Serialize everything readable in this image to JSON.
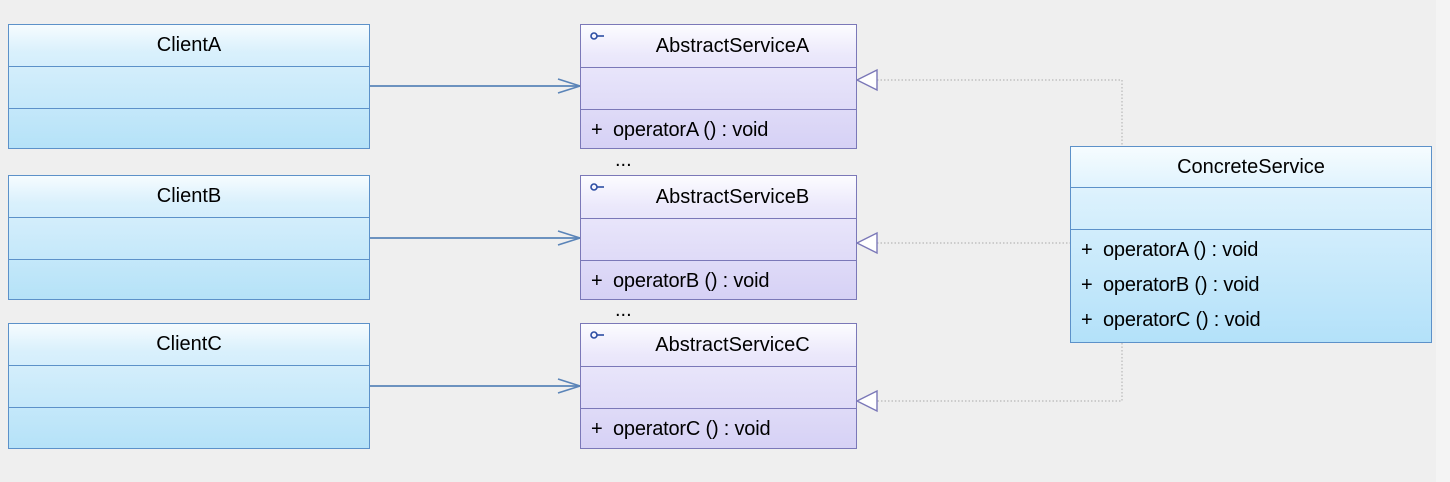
{
  "clients": [
    {
      "name": "ClientA"
    },
    {
      "name": "ClientB"
    },
    {
      "name": "ClientC"
    }
  ],
  "abstract_services": [
    {
      "name": "AbstractServiceA",
      "operation": "operatorA ()  : void",
      "visibility": "+"
    },
    {
      "name": "AbstractServiceB",
      "operation": "operatorB ()  : void",
      "visibility": "+"
    },
    {
      "name": "AbstractServiceC",
      "operation": "operatorC ()  : void",
      "visibility": "+"
    }
  ],
  "concrete_service": {
    "name": "ConcreteService",
    "operations": [
      {
        "visibility": "+",
        "signature": "operatorA ()  : void"
      },
      {
        "visibility": "+",
        "signature": "operatorB ()  : void"
      },
      {
        "visibility": "+",
        "signature": "operatorC ()  : void"
      }
    ]
  },
  "ellipsis": "...",
  "colors": {
    "background": "#efefef",
    "client_border": "#5c91c9",
    "client_fill": "#b5e2f8",
    "abstract_border": "#7b78b8",
    "abstract_fill": "#d6d1f5",
    "association_line": "#5a84b8",
    "realization_line": "#b8b8b8"
  },
  "relationships": [
    {
      "type": "association",
      "from": "ClientA",
      "to": "AbstractServiceA"
    },
    {
      "type": "association",
      "from": "ClientB",
      "to": "AbstractServiceB"
    },
    {
      "type": "association",
      "from": "ClientC",
      "to": "AbstractServiceC"
    },
    {
      "type": "realization",
      "from": "ConcreteService",
      "to": "AbstractServiceA"
    },
    {
      "type": "realization",
      "from": "ConcreteService",
      "to": "AbstractServiceB"
    },
    {
      "type": "realization",
      "from": "ConcreteService",
      "to": "AbstractServiceC"
    }
  ]
}
